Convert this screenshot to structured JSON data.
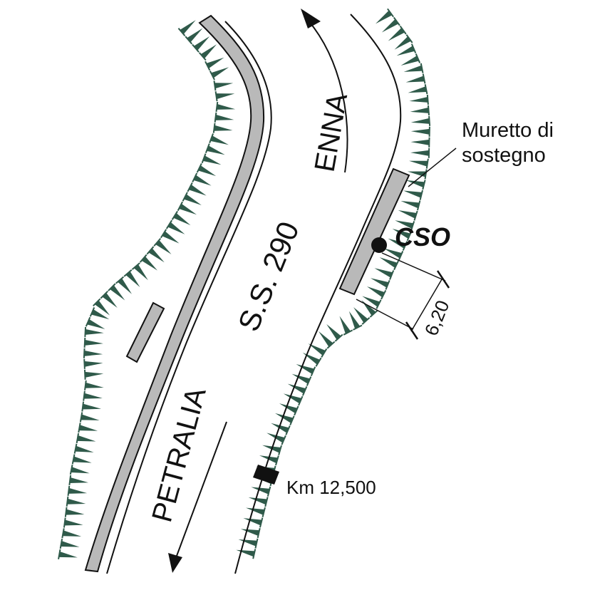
{
  "labels": {
    "enna": "ENNA",
    "petralia": "PETRALIA",
    "road": "S.S. 290",
    "wall_line1": "Muretto di",
    "wall_line2": "sostegno",
    "cso": "CSO",
    "distance": "6,20",
    "km": "Km 12,500"
  },
  "colors": {
    "slope_hatch": "#2f5a4a",
    "wall_fill": "#b9b9b9",
    "line": "#111111"
  }
}
